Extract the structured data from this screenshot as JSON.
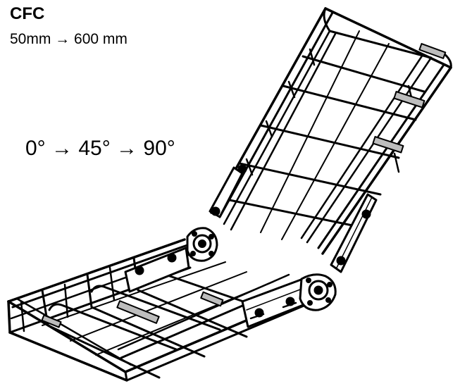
{
  "product": {
    "code": "CFC",
    "width_range": "50mm → 600 mm",
    "angle_range": "0° → 45° → 90°"
  },
  "palette": {
    "line": "#000000",
    "fill": "#ffffff",
    "shade": "#bdbdbd"
  }
}
